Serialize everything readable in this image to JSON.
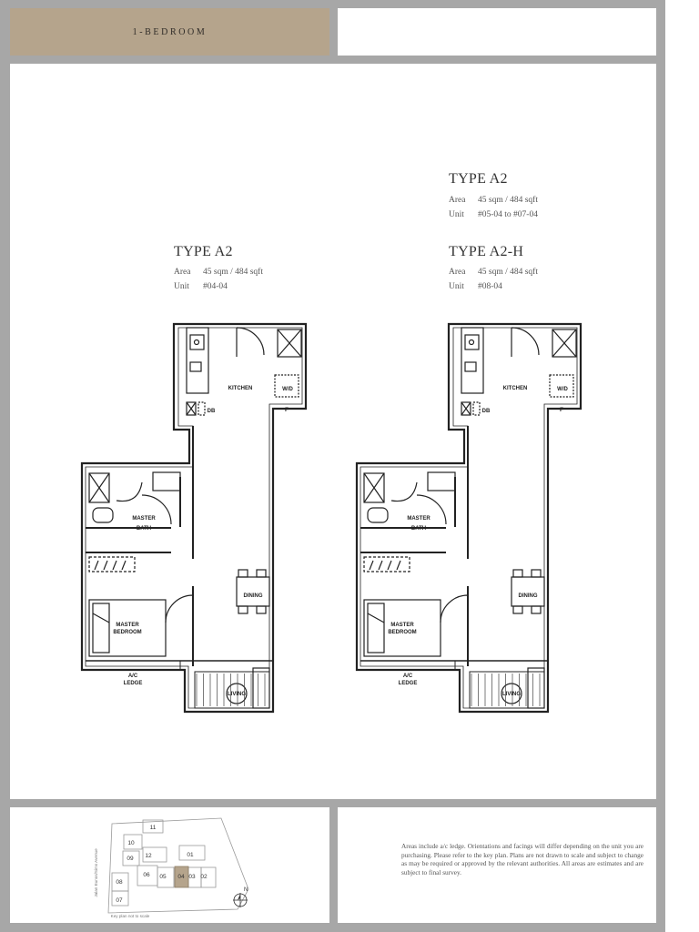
{
  "header": {
    "category": "1-BEDROOM"
  },
  "units": [
    {
      "title": "TYPE A2",
      "area_label": "Area",
      "area_value": "45 sqm / 484 sqft",
      "unit_label": "Unit",
      "unit_value": "#04-04"
    },
    {
      "title": "TYPE A2",
      "area_label": "Area",
      "area_value": "45 sqm / 484 sqft",
      "unit_label": "Unit",
      "unit_value": "#05-04 to #07-04"
    },
    {
      "title": "TYPE A2-H",
      "area_label": "Area",
      "area_value": "45 sqm / 484 sqft",
      "unit_label": "Unit",
      "unit_value": "#08-04"
    }
  ],
  "plan_labels": {
    "kitchen": "KITCHEN",
    "wd": "W/D",
    "fridge": "F",
    "db": "DB",
    "master_bath_1": "MASTER",
    "master_bath_2": "BATH",
    "dining": "DINING",
    "living": "LIVING",
    "master_bed_1": "MASTER",
    "master_bed_2": "BEDROOM",
    "ac_1": "A/C",
    "ac_2": "LEDGE"
  },
  "keyplan": {
    "road": "Jalan Eunos/Sims Avenue",
    "blocks": [
      "11",
      "10",
      "09",
      "12",
      "01",
      "06",
      "05",
      "04",
      "03",
      "02",
      "08",
      "07"
    ],
    "north": "N",
    "caption": "Key plan not to scale"
  },
  "notes": {
    "text": "Areas include a/c ledge. Orientations and facings will differ depending on the unit you are purchasing. Please refer to the key plan. Plans are not drawn to scale and subject to change as may be required or approved by the relevant authorities. All areas are estimates and are subject to final survey."
  },
  "colors": {
    "frame": "#a7a7a7",
    "tab": "#b5a48c",
    "highlight_block": "#b5a48c"
  }
}
